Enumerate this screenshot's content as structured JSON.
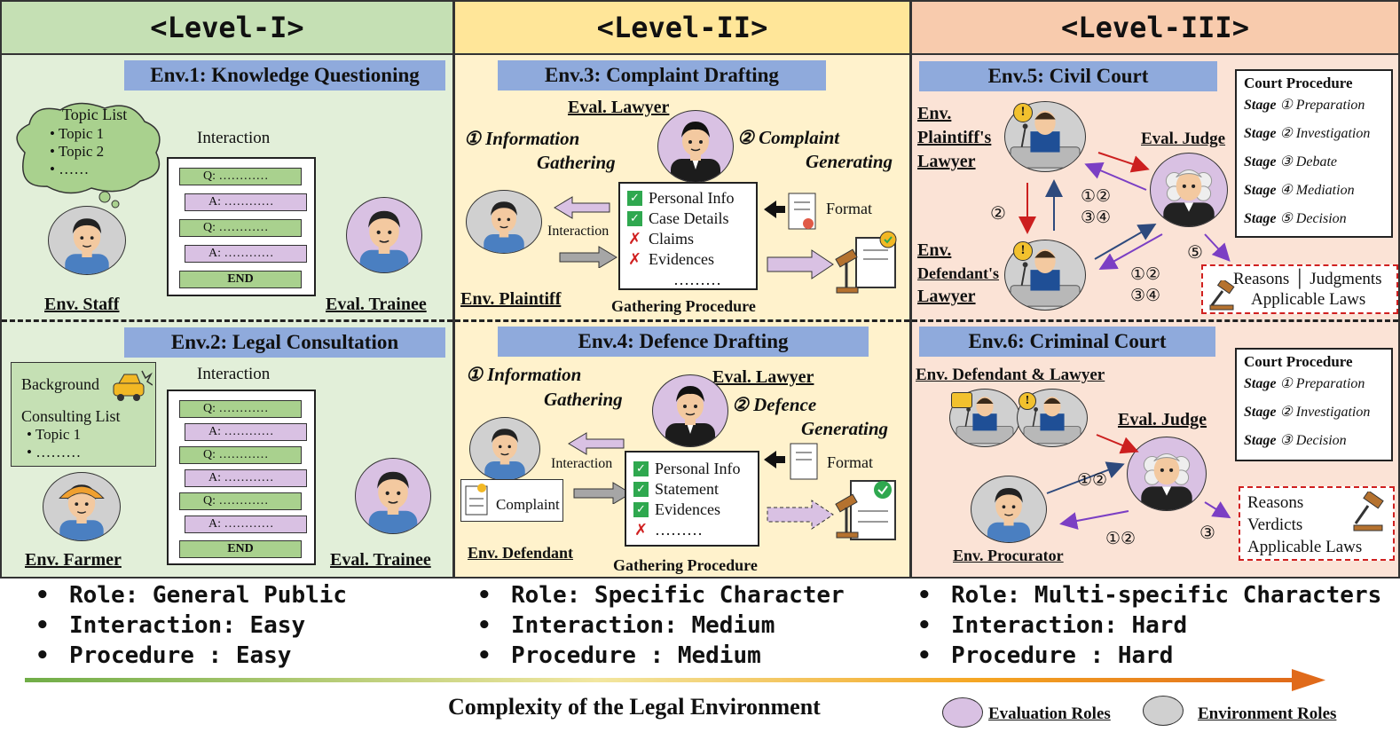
{
  "levels": [
    "<Level-I>",
    "<Level-II>",
    "<Level-III>"
  ],
  "env1": {
    "title": "Env.1: Knowledge Questioning",
    "topic_list": "Topic List",
    "topics": [
      "Topic 1",
      "Topic 2",
      "……"
    ],
    "interaction": "Interaction",
    "qa": [
      "Q: …………",
      "A: …………",
      "Q: …………",
      "A: …………",
      "END"
    ],
    "staff": "Env. Staff",
    "trainee": "Eval. Trainee"
  },
  "env2": {
    "title": "Env.2: Legal Consultation",
    "background": "Background",
    "consulting_list": "Consulting  List",
    "topics": [
      "Topic 1",
      "………"
    ],
    "interaction": "Interaction",
    "qa": [
      "Q: …………",
      "A: …………",
      "Q: …………",
      "A: …………",
      "Q: …………",
      "A: …………",
      "END"
    ],
    "farmer": "Env. Farmer",
    "trainee": "Eval. Trainee"
  },
  "env3": {
    "title": "Env.3: Complaint Drafting",
    "eval_lawyer": "Eval. Lawyer",
    "step1a": "① Information",
    "step1b": "Gathering",
    "step2a": "② Complaint",
    "step2b": "Generating",
    "interaction": "Interaction",
    "format": "Format",
    "items": [
      "Personal Info",
      "Case Details",
      "Claims",
      "Evidences",
      "………"
    ],
    "plaintiff": "Env. Plaintiff",
    "procedure": "Gathering Procedure"
  },
  "env4": {
    "title": "Env.4: Defence Drafting",
    "eval_lawyer": "Eval. Lawyer",
    "step1a": "① Information",
    "step1b": "Gathering",
    "step2a": "② Defence",
    "step2b": "Generating",
    "interaction": "Interaction",
    "format": "Format",
    "complaint": "Complaint",
    "items": [
      "Personal Info",
      "Statement",
      "Evidences",
      "………"
    ],
    "defendant": "Env. Defendant",
    "procedure": "Gathering Procedure"
  },
  "env5": {
    "title": "Env.5: Civil Court",
    "plaintiff_lawyer": [
      "Env.",
      "Plaintiff's",
      "Lawyer"
    ],
    "defendant_lawyer": [
      "Env.",
      "Defendant's",
      "Lawyer"
    ],
    "judge": "Eval. Judge",
    "n2": "②",
    "n1234": "①②\n③④",
    "n1234b": "①②\n③④",
    "n5": "⑤",
    "proc_title": "Court Procedure",
    "stages": [
      {
        "stage": "Stage",
        "num": "①",
        "name": "Preparation"
      },
      {
        "stage": "Stage",
        "num": "②",
        "name": "Investigation"
      },
      {
        "stage": "Stage",
        "num": "③",
        "name": "Debate"
      },
      {
        "stage": "Stage",
        "num": "④",
        "name": "Mediation"
      },
      {
        "stage": "Stage",
        "num": "⑤",
        "name": "Decision"
      }
    ],
    "out1": "Reasons │ Judgments",
    "out2": "Applicable Laws"
  },
  "env6": {
    "title": "Env.6: Criminal Court",
    "def_lawyer": "Env. Defendant & Lawyer",
    "judge": "Eval. Judge",
    "procurator": "Env. Procurator",
    "n12a": "①②",
    "n12b": "①②",
    "n3": "③",
    "proc_title": "Court Procedure",
    "stages": [
      {
        "stage": "Stage",
        "num": "①",
        "name": "Preparation"
      },
      {
        "stage": "Stage",
        "num": "②",
        "name": "Investigation"
      },
      {
        "stage": "Stage",
        "num": "③",
        "name": "Decision"
      }
    ],
    "out": [
      "Reasons",
      "Verdicts",
      "Applicable Laws"
    ]
  },
  "bullets": [
    [
      "Role: General Public",
      "Interaction: Easy",
      "Procedure : Easy"
    ],
    [
      "Role: Specific Character",
      "Interaction: Medium",
      "Procedure : Medium"
    ],
    [
      "Role: Multi-specific Characters",
      "Interaction: Hard",
      "Procedure : Hard"
    ]
  ],
  "axis_label": "Complexity of the Legal Environment",
  "legend": {
    "eval": "Evaluation Roles",
    "env": "Environment Roles"
  },
  "colors": {
    "eval_role": "#d9c1e3",
    "env_role": "#d0d0d0",
    "level1": "#e2efd9",
    "level2": "#fff2cc",
    "level3": "#fbe3d6",
    "env_bar": "#8faadc"
  }
}
